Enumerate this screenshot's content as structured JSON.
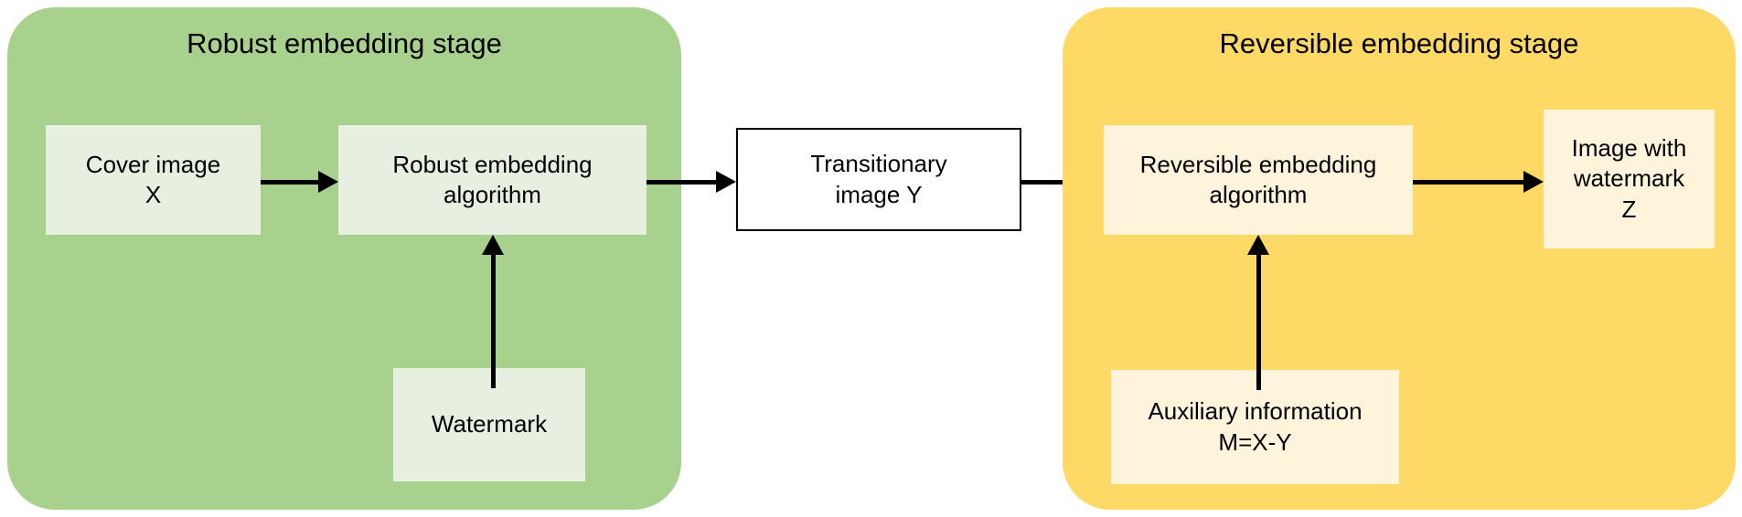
{
  "diagram": {
    "stages": [
      {
        "id": "robust",
        "title": "Robust embedding stage",
        "panel_color": "#A9D18E",
        "box_color": "#E6EFE0",
        "boxes": [
          {
            "id": "cover-image",
            "label": "Cover image\nX"
          },
          {
            "id": "robust-algorithm",
            "label": "Robust embedding\nalgorithm"
          },
          {
            "id": "watermark",
            "label": "Watermark"
          }
        ]
      },
      {
        "id": "reversible",
        "title": "Reversible embedding stage",
        "panel_color": "#FFD966",
        "box_color": "#FEF4DC",
        "boxes": [
          {
            "id": "reversible-algorithm",
            "label": "Reversible  embedding\nalgorithm"
          },
          {
            "id": "image-with-watermark",
            "label": "Image with\nwatermark\nZ"
          },
          {
            "id": "auxiliary-information",
            "label": "Auxiliary information\nM=X-Y"
          }
        ]
      }
    ],
    "intermediate": {
      "id": "transitionary-image",
      "label": "Transitionary\nimage  Y",
      "fill": "#FFFFFF",
      "border": "#000000"
    },
    "arrows": [
      {
        "id": "cover-to-robust",
        "direction": "right"
      },
      {
        "id": "robust-to-transitionary",
        "direction": "right"
      },
      {
        "id": "transitionary-to-reversible",
        "direction": "right"
      },
      {
        "id": "reversible-to-image",
        "direction": "right"
      },
      {
        "id": "watermark-to-robust",
        "direction": "up"
      },
      {
        "id": "auxiliary-to-reversible",
        "direction": "up"
      }
    ]
  }
}
